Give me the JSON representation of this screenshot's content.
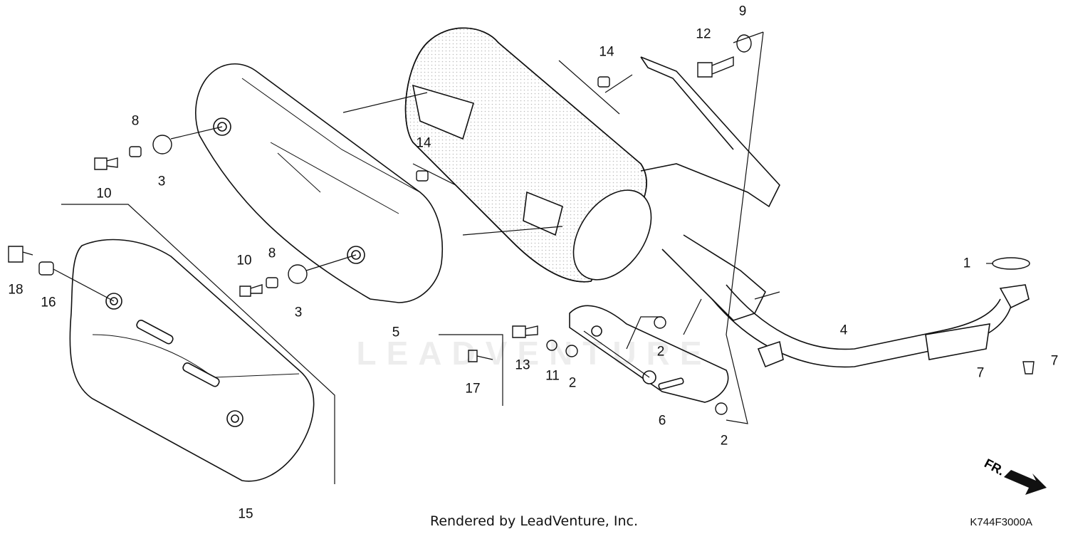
{
  "footer": "Rendered by LeadVenture, Inc.",
  "diagram_code": "K744F3000A",
  "front_arrow_label": "FR.",
  "watermark": "LEADVENTURE",
  "callouts": {
    "c1": "1",
    "c2a": "2",
    "c2b": "2",
    "c2c": "2",
    "c3a": "3",
    "c3b": "3",
    "c4": "4",
    "c5": "5",
    "c6": "6",
    "c7a": "7",
    "c7b": "7",
    "c8a": "8",
    "c8b": "8",
    "c9": "9",
    "c10a": "10",
    "c10b": "10",
    "c11": "11",
    "c12": "12",
    "c13": "13",
    "c14a": "14",
    "c14b": "14",
    "c15": "15",
    "c16": "16",
    "c17": "17",
    "c18": "18"
  },
  "colors": {
    "line": "#111111",
    "stipple": "#bdbdbd",
    "background": "#ffffff"
  }
}
